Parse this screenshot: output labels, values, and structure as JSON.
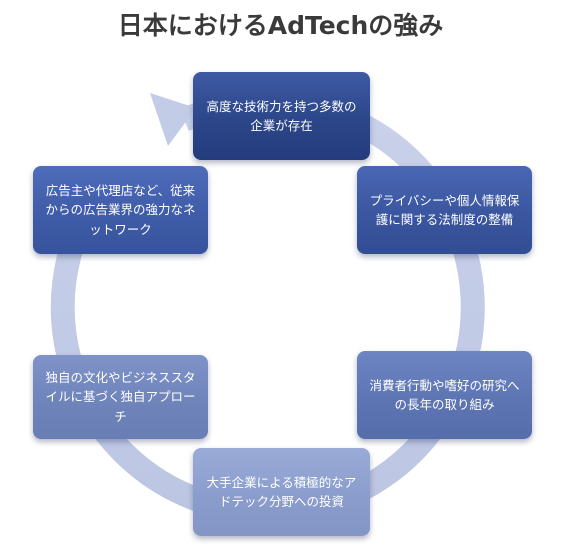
{
  "title": "日本におけるAdTechの強み",
  "colors": {
    "ring": "#c3cce6",
    "node_dark": "#2c4689",
    "node_light": "#8b9dcc",
    "title_text": "#3a3a3a",
    "node_text": "#ffffff"
  },
  "nodes": [
    {
      "label": "高度な技術力を持つ多数の企業が存在"
    },
    {
      "label": "プライバシーや個人情報保護に関する法制度の整備"
    },
    {
      "label": "消費者行動や嗜好の研究への長年の取り組み"
    },
    {
      "label": "大手企業による積極的なアドテック分野への投資"
    },
    {
      "label": "独自の文化やビジネススタイルに基づく独自アプローチ"
    },
    {
      "label": "広告主や代理店など、従来からの広告業界の強力なネットワーク"
    }
  ]
}
